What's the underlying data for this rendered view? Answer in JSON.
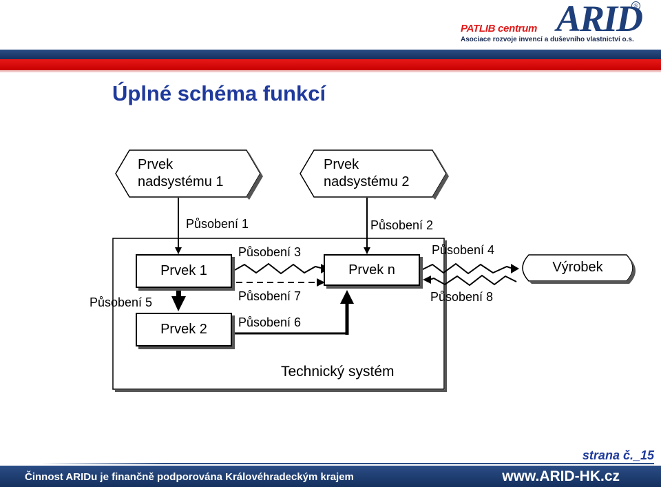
{
  "header": {
    "patlib": "PATLIB centrum",
    "logo": "ARID",
    "registered": "®",
    "tagline": "Asociace rozvoje invencí a duševního vlastnictví o.s.",
    "colors": {
      "blue": "#1e3f7a",
      "red": "#e01a1a"
    }
  },
  "slide": {
    "title": "Úplné schéma funkcí"
  },
  "diagram": {
    "supersystem1": {
      "line1": "Prvek",
      "line2": "nadsystému 1"
    },
    "supersystem2": {
      "line1": "Prvek",
      "line2": "nadsystému 2"
    },
    "element1": "Prvek 1",
    "element2": "Prvek 2",
    "element_n": "Prvek n",
    "product": "Výrobek",
    "system_label": "Technický systém",
    "actions": {
      "a1": "Působení 1",
      "a2": "Působení 2",
      "a3": "Působení 3",
      "a4": "Působení 4",
      "a5": "Působení 5",
      "a6": "Působení 6",
      "a7": "Působení 7",
      "a8": "Působení 8"
    }
  },
  "footer": {
    "page": "strana č._15",
    "text": "Činnost ARIDu je finančně podporována Královéhradeckým krajem",
    "url": "www.ARID-HK.cz"
  }
}
